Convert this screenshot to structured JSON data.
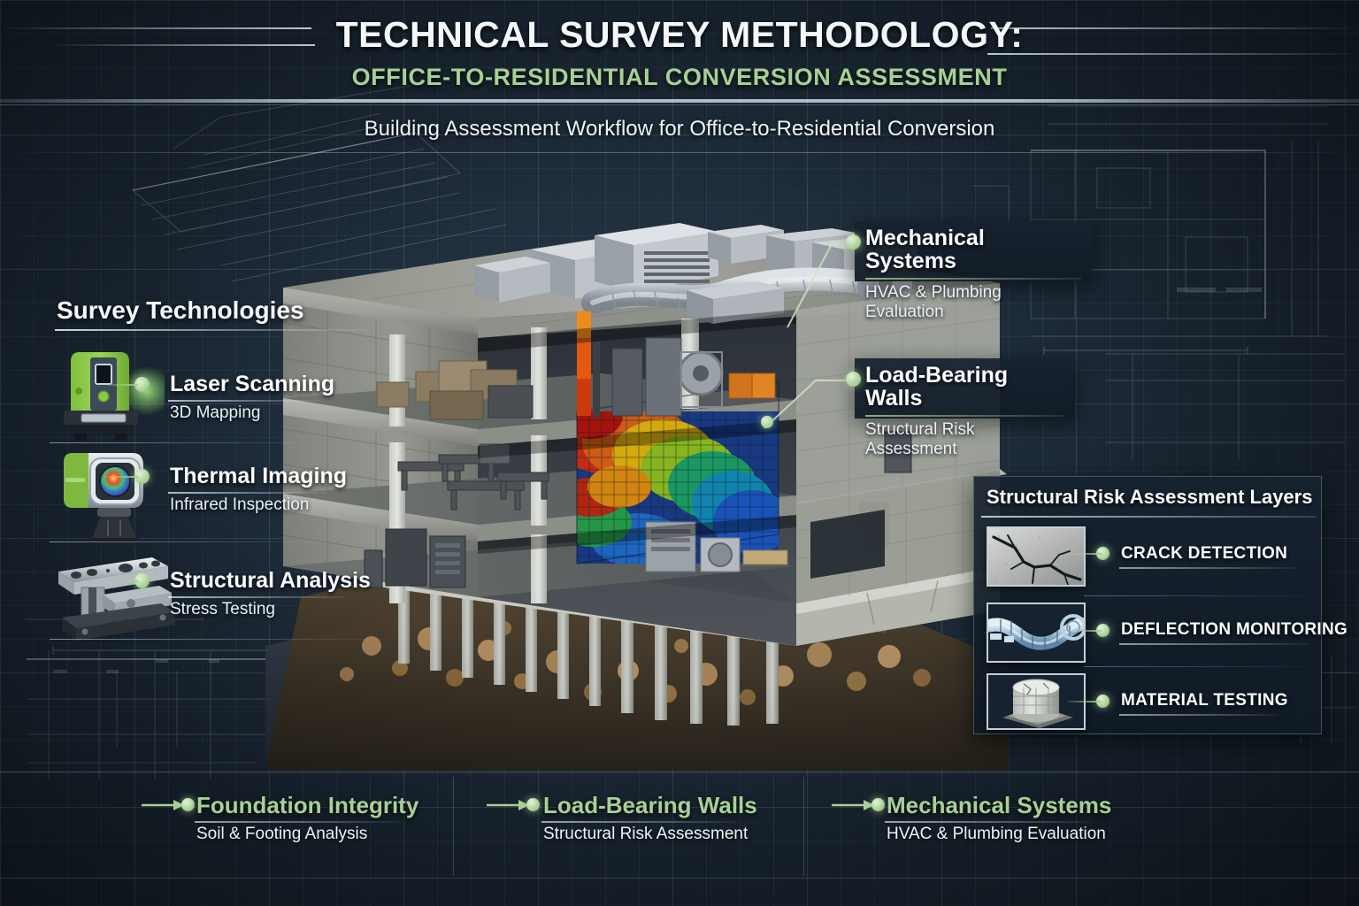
{
  "header": {
    "title": "TECHNICAL SURVEY METHODOLOGY:",
    "subtitle": "OFFICE-TO-RESIDENTIAL CONVERSION ASSESSMENT",
    "workflow_line": "Building Assessment Workflow for Office-to-Residential Conversion"
  },
  "survey_technologies": {
    "heading": "Survey Technologies",
    "items": [
      {
        "title": "Laser Scanning",
        "subtitle": "3D Mapping",
        "icon": "laser-scanner-icon"
      },
      {
        "title": "Thermal Imaging",
        "subtitle": "Infrared Inspection",
        "icon": "thermal-camera-icon"
      },
      {
        "title": "Structural Analysis",
        "subtitle": "Stress Testing",
        "icon": "stress-test-rig-icon"
      }
    ]
  },
  "callouts": [
    {
      "title": "Mechanical Systems",
      "subtitle": "HVAC & Plumbing Evaluation"
    },
    {
      "title": "Load-Bearing Walls",
      "subtitle": "Structural Risk Assessment"
    }
  ],
  "risk_layers": {
    "heading": "Structural Risk Assessment Layers",
    "items": [
      {
        "label": "CRACK DETECTION",
        "thumb": "concrete-crack-thumbnail"
      },
      {
        "label": "DEFLECTION MONITORING",
        "thumb": "deflected-beam-thumbnail"
      },
      {
        "label": "MATERIAL TESTING",
        "thumb": "concrete-core-sample-thumbnail"
      }
    ]
  },
  "bottom_items": [
    {
      "title": "Foundation Integrity",
      "subtitle": "Soil & Footing Analysis"
    },
    {
      "title": "Load-Bearing Walls",
      "subtitle": "Structural Risk Assessment"
    },
    {
      "title": "Mechanical Systems",
      "subtitle": "HVAC & Plumbing Evaluation"
    }
  ],
  "colors": {
    "accent_green": "#a6d196",
    "background_navy": "#1c2937",
    "text_white": "#f4f8fb",
    "panel_dark": "#16222f"
  }
}
